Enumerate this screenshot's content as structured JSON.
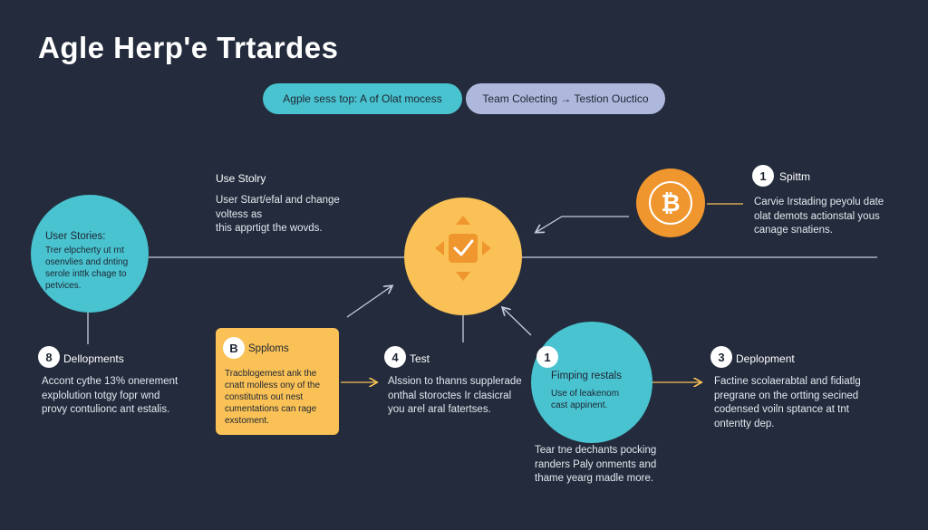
{
  "title": "Agle Herp'e Trtardes",
  "pills": {
    "left": "Agple sess top: A of Olat mocess",
    "right": "Team Colecting → Testion Ouctico"
  },
  "user_story": {
    "heading": "Use Stolry",
    "text": "User Start/efal and change\nvoltess as\nthis apprtigt the wovds."
  },
  "user_stories_circle": {
    "heading": "User Stories:",
    "text": "Trer elpcherty ut rnt\nosenvlies and dnting\nserole inttk chage to\npetvices."
  },
  "spittm": {
    "badge": "1",
    "heading": "Spittm",
    "text": "Carvie Irstading peyolu date\nolat demots actionstal yous\ncanage snatiens."
  },
  "dellopments": {
    "badge": "8",
    "heading": "Dellopments",
    "text": "Accont cythe 13% onerement\nexplolution totgy fopr wnd\nprovy contulionc ant estalis."
  },
  "spploms": {
    "badge": "B",
    "heading": "Spploms",
    "text": "Tracblogemest ank the\ncnatt molless ony of the\nconstitutns out nest\ncumentations can rage\nexstoment."
  },
  "test": {
    "badge": "4",
    "heading": "Test",
    "text": "Alssion to thanns supplerade\nonthal storoctes Ir clasicral\nyou arel aral fatertses."
  },
  "fimping": {
    "badge": "1",
    "heading": "Fimping restals",
    "text": "Use of leakenom\ncast appinent."
  },
  "tear_note": {
    "text": "Tear tne dechants pocking\nranders Paly onments and\nthame yearg madle more."
  },
  "deployment": {
    "badge": "3",
    "heading": "Deplopment",
    "text": "Factine scolaerabtal and fidiatlg\npregrane on the ortting secined\ncodensed voiln sptance at tnt\nontentty dep."
  },
  "colors": {
    "background": "#232b3c",
    "teal": "#49c3cf",
    "yellow": "#f9c156",
    "orange": "#f0962e",
    "lavender": "#aeb8dc"
  },
  "icons": [
    "checkmark-box-icon",
    "bitcoin-icon"
  ]
}
